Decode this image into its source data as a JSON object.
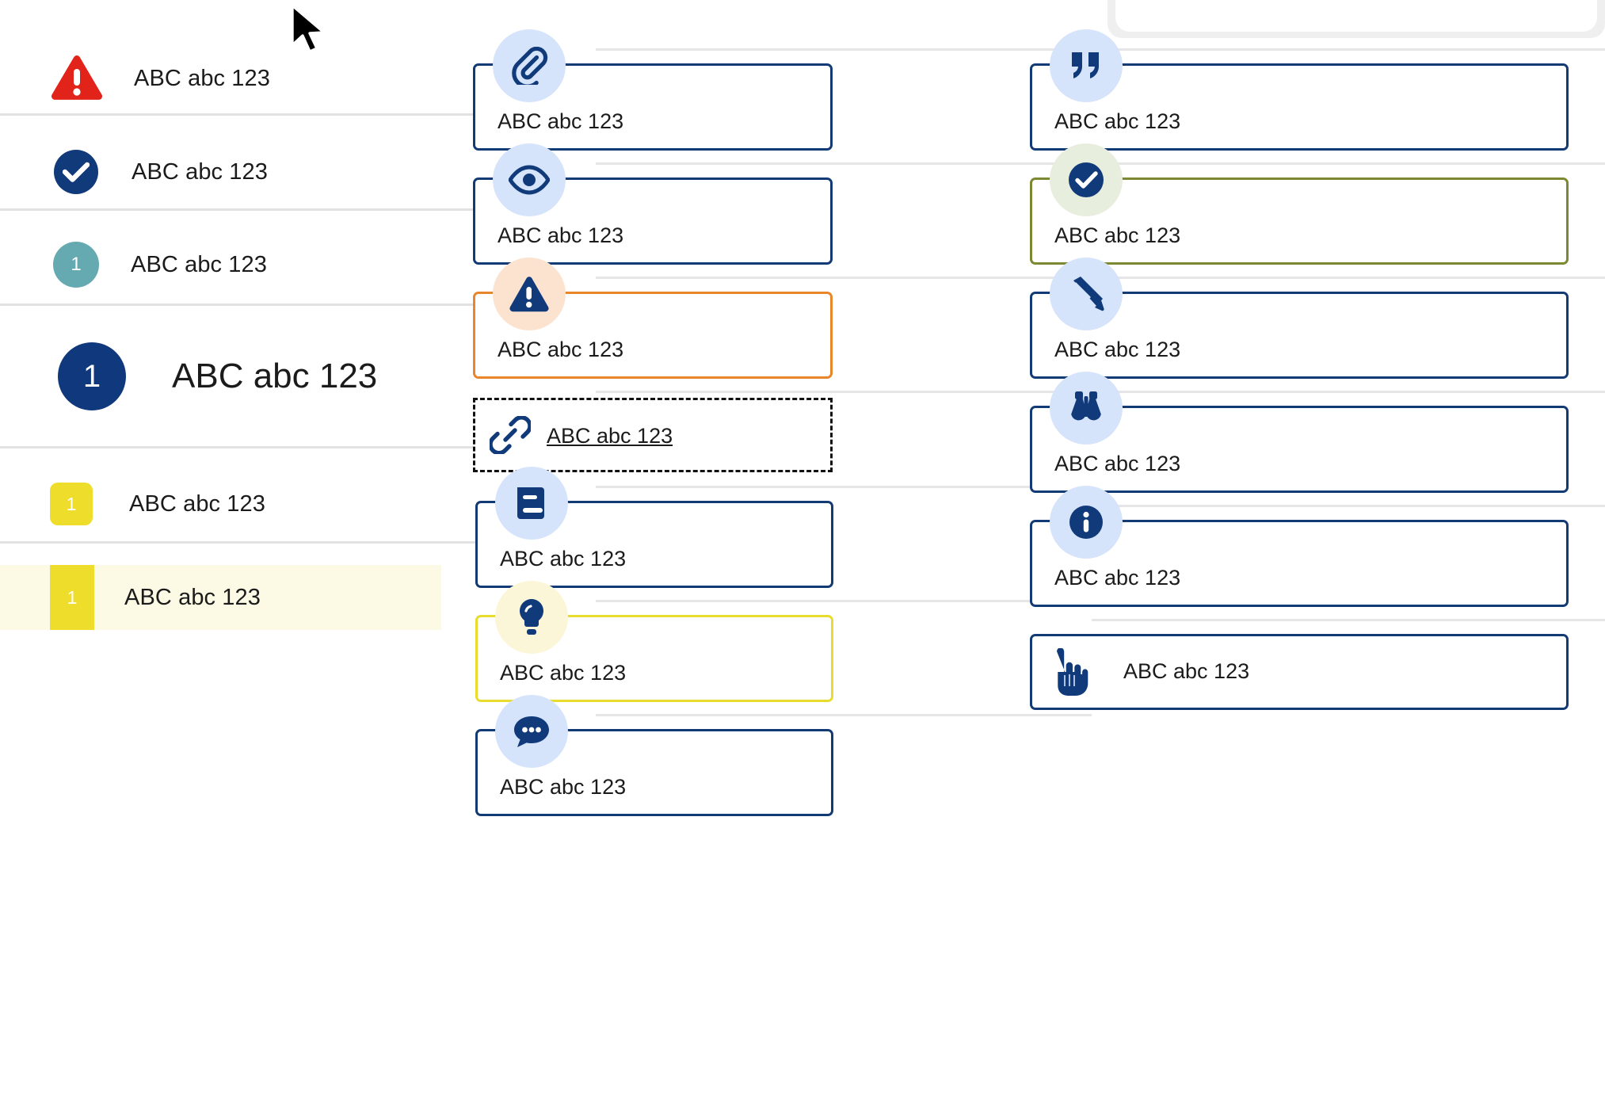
{
  "sample_text": "ABC abc 123",
  "colors": {
    "navy": "#123a74",
    "deep_navy": "#10387c",
    "alert_red": "#e2231a",
    "warning_orange": "#e8862b",
    "success_olive": "#7d8833",
    "tip_yellow": "#e8dd2e",
    "teal": "#64aab0",
    "badge_yellow": "#efdd2c",
    "highlight_bg": "#fcfae4",
    "icon_badge_blue": "#d6e4fb",
    "icon_badge_peach": "#fce3cf",
    "icon_badge_mint": "#e8eedd",
    "icon_badge_cream": "#fcf6d8",
    "divider": "#e2e2e2"
  },
  "left_column": {
    "rows": [
      {
        "icon": "alert-triangle-icon",
        "badge_style": "red-triangle",
        "label": "ABC abc 123"
      },
      {
        "icon": "check-circle-icon",
        "badge_style": "navy-circle",
        "label": "ABC abc 123"
      },
      {
        "icon": "number-badge",
        "badge_style": "teal-circle",
        "badge_number": "1",
        "label": "ABC abc 123"
      },
      {
        "icon": "number-badge",
        "badge_style": "navy-circle-large",
        "badge_number": "1",
        "label": "ABC abc 123",
        "emphasis": "large"
      },
      {
        "icon": "number-badge",
        "badge_style": "yellow-rounded-square",
        "badge_number": "1",
        "label": "ABC abc 123"
      },
      {
        "icon": "number-badge",
        "badge_style": "yellow-flat-tab",
        "badge_number": "1",
        "label": "ABC abc 123",
        "selected": true
      }
    ]
  },
  "middle_column": {
    "cards": [
      {
        "icon": "paperclip-icon",
        "badge_tone": "blue",
        "border_tone": "navy",
        "label": "ABC abc 123"
      },
      {
        "icon": "eye-icon",
        "badge_tone": "blue",
        "border_tone": "navy",
        "label": "ABC abc 123"
      },
      {
        "icon": "warning-triangle-icon",
        "badge_tone": "peach",
        "border_tone": "orange",
        "label": "ABC abc 123"
      },
      {
        "icon": "link-icon",
        "badge_tone": "none",
        "border_tone": "dashed",
        "label": "ABC abc 123",
        "is_link": true
      },
      {
        "icon": "book-icon",
        "badge_tone": "blue",
        "border_tone": "navy",
        "label": "ABC abc 123"
      },
      {
        "icon": "lightbulb-icon",
        "badge_tone": "cream",
        "border_tone": "yellow",
        "label": "ABC abc 123"
      },
      {
        "icon": "speech-bubble-icon",
        "badge_tone": "blue",
        "border_tone": "navy",
        "label": "ABC abc 123"
      }
    ]
  },
  "right_column": {
    "cards": [
      {
        "icon": "quote-icon",
        "badge_tone": "blue",
        "border_tone": "navy",
        "label": "ABC abc 123"
      },
      {
        "icon": "check-circle-icon",
        "badge_tone": "mint",
        "border_tone": "olive",
        "label": "ABC abc 123"
      },
      {
        "icon": "pencil-icon",
        "badge_tone": "blue",
        "border_tone": "navy",
        "label": "ABC abc 123"
      },
      {
        "icon": "binoculars-icon",
        "badge_tone": "blue",
        "border_tone": "navy",
        "label": "ABC abc 123"
      },
      {
        "icon": "info-circle-icon",
        "badge_tone": "blue",
        "border_tone": "navy",
        "label": "ABC abc 123"
      },
      {
        "icon": "hand-pointer-icon",
        "badge_tone": "none",
        "border_tone": "navy",
        "label": "ABC abc 123"
      }
    ]
  },
  "cursor": {
    "type": "arrow-pointer"
  }
}
